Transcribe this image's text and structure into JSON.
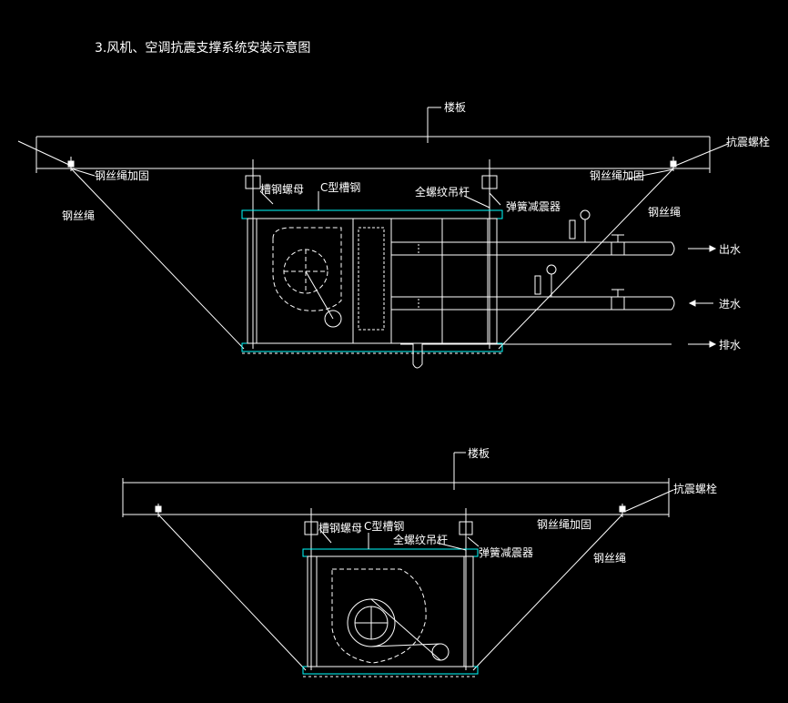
{
  "title": "3.风机、空调抗震支撑系统安装示意图",
  "top": {
    "slab": "楼板",
    "bolt": "抗震螺栓",
    "rope_reinforce_left": "钢丝绳加固",
    "rope_reinforce_right": "钢丝绳加固",
    "rope_left": "钢丝绳",
    "rope_right": "钢丝绳",
    "channel_nut": "槽钢螺母",
    "c_channel": "C型槽钢",
    "threaded_rod": "全螺纹吊杆",
    "spring_damper": "弹簧减震器",
    "water_out": "出水",
    "water_in": "进水",
    "drain": "排水"
  },
  "bottom": {
    "slab": "楼板",
    "bolt": "抗震螺栓",
    "rope_reinforce": "钢丝绳加固",
    "rope": "钢丝绳",
    "channel_nut": "槽钢螺母",
    "c_channel": "C型槽钢",
    "threaded_rod": "全螺纹吊杆",
    "spring_damper": "弹簧减震器"
  },
  "colors": {
    "line": "#ffffff",
    "cyan": "#00ffff",
    "pipe": "#e8e8e8",
    "background": "#000000"
  }
}
